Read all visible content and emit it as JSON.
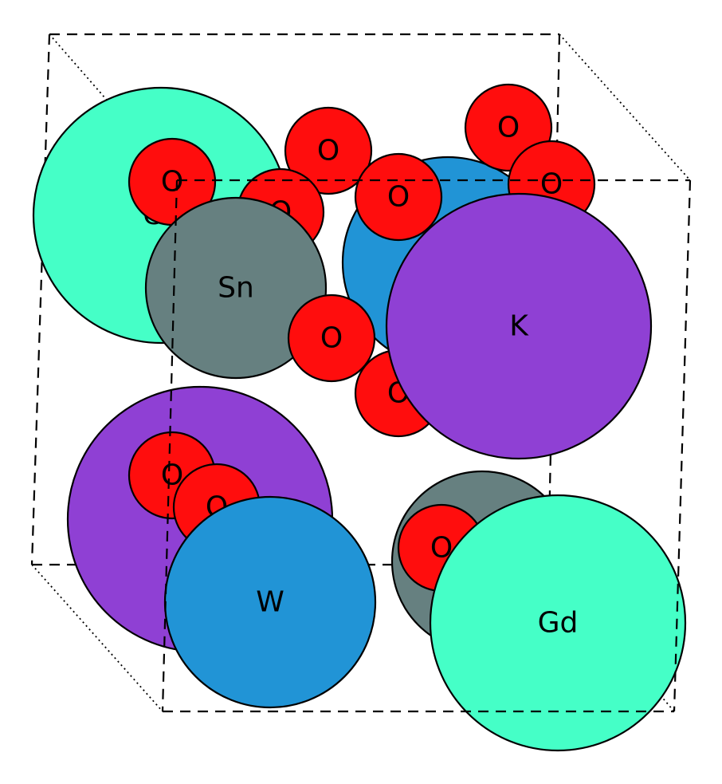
{
  "elements": {
    "O": {
      "label": "O",
      "color": "#FF0D0D"
    },
    "Sn": {
      "label": "Sn",
      "color": "#668080"
    },
    "K": {
      "label": "K",
      "color": "#8F40D4"
    },
    "W": {
      "label": "W",
      "color": "#2194D6"
    },
    "Gd": {
      "label": "Gd",
      "color": "#45FFC7"
    }
  },
  "atoms": [
    {
      "el": "Gd",
      "name": "atom-gd-1"
    },
    {
      "el": "O",
      "name": "atom-o-1"
    },
    {
      "el": "O",
      "name": "atom-o-2"
    },
    {
      "el": "W",
      "name": "atom-w-1"
    },
    {
      "el": "O",
      "name": "atom-o-3"
    },
    {
      "el": "O",
      "name": "atom-o-4"
    },
    {
      "el": "O",
      "name": "atom-o-5"
    },
    {
      "el": "O",
      "name": "atom-o-6"
    },
    {
      "el": "Sn",
      "name": "atom-sn-1"
    },
    {
      "el": "O",
      "name": "atom-o-7"
    },
    {
      "el": "O",
      "name": "atom-o-8"
    },
    {
      "el": "O",
      "name": "atom-o-9"
    },
    {
      "el": "K",
      "name": "atom-k-1"
    },
    {
      "el": "K",
      "name": "atom-k-2"
    },
    {
      "el": "O",
      "name": "atom-o-10"
    },
    {
      "el": "O",
      "name": "atom-o-11"
    },
    {
      "el": "W",
      "name": "atom-w-2"
    },
    {
      "el": "Sn",
      "name": "atom-sn-2"
    },
    {
      "el": "O",
      "name": "atom-o-12"
    },
    {
      "el": "Gd",
      "name": "atom-gd-2"
    }
  ]
}
